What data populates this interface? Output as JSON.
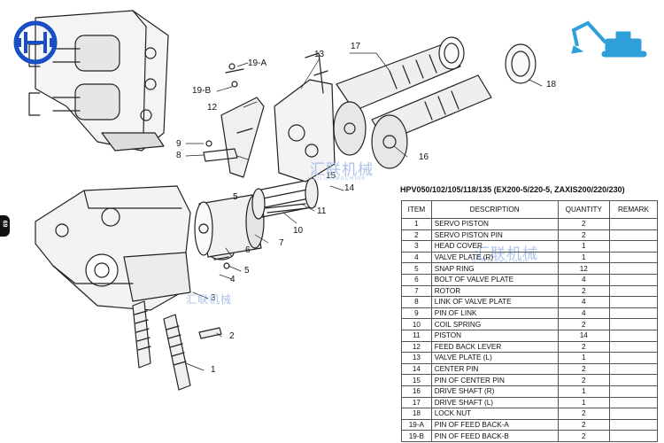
{
  "watermark": {
    "brand_cn": "汇联机械",
    "brand_en": "HUILIANMACHINE"
  },
  "page_tab": "69",
  "callouts": [
    "1",
    "2",
    "3",
    "4",
    "5",
    "5",
    "6",
    "7",
    "8",
    "9",
    "10",
    "11",
    "12",
    "13",
    "14",
    "15",
    "16",
    "17",
    "18",
    "19-A",
    "19-B"
  ],
  "table": {
    "title": "HPV050/102/105/118/135 (EX200-5/220-5, ZAXIS200/220/230)",
    "headers": [
      "ITEM",
      "DESCRIPTION",
      "QUANTITY",
      "REMARK"
    ],
    "rows": [
      [
        "1",
        "SERVO PISTON",
        "2",
        ""
      ],
      [
        "2",
        "SERVO PISTON PIN",
        "2",
        ""
      ],
      [
        "3",
        "HEAD COVER",
        "1",
        ""
      ],
      [
        "4",
        "VALVE PLATE (R)",
        "1",
        ""
      ],
      [
        "5",
        "SNAP RING",
        "12",
        ""
      ],
      [
        "6",
        "BOLT OF VALVE PLATE",
        "4",
        ""
      ],
      [
        "7",
        "ROTOR",
        "2",
        ""
      ],
      [
        "8",
        "LINK OF VALVE PLATE",
        "4",
        ""
      ],
      [
        "9",
        "PIN OF LINK",
        "4",
        ""
      ],
      [
        "10",
        "COIL SPRING",
        "2",
        ""
      ],
      [
        "11",
        "PISTON",
        "14",
        ""
      ],
      [
        "12",
        "FEED BACK LEVER",
        "2",
        ""
      ],
      [
        "13",
        "VALVE PLATE (L)",
        "1",
        ""
      ],
      [
        "14",
        "CENTER PIN",
        "2",
        ""
      ],
      [
        "15",
        "PIN OF CENTER PIN",
        "2",
        ""
      ],
      [
        "16",
        "DRIVE SHAFT (R)",
        "1",
        ""
      ],
      [
        "17",
        "DRIVE SHAFT (L)",
        "1",
        ""
      ],
      [
        "18",
        "LOCK NUT",
        "2",
        ""
      ],
      [
        "19-A",
        "PIN OF FEED BACK-A",
        "2",
        ""
      ],
      [
        "19-B",
        "PIN OF FEED BACK-B",
        "2",
        ""
      ]
    ]
  },
  "colors": {
    "logo_blue": "#1a4fc4",
    "excavator_blue": "#2f9fd9",
    "watermark": "#9fb8e8"
  },
  "icons": [
    "company-logo-icon",
    "excavator-icon"
  ]
}
